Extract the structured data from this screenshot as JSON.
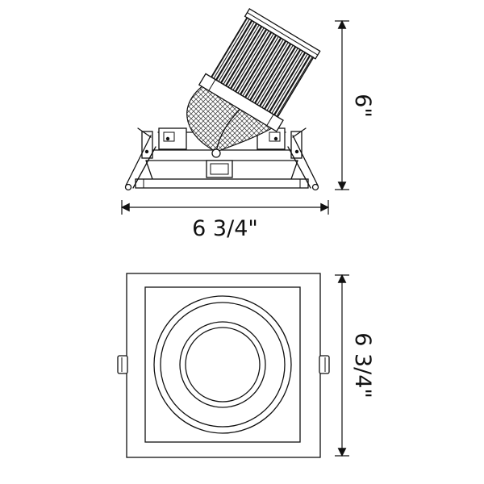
{
  "diagram": {
    "background": "#ffffff",
    "line_color": "#111111",
    "side_view": {
      "height_label": "6\"",
      "width_label": "6 3/4\""
    },
    "front_view": {
      "height_label": "6 3/4\""
    }
  }
}
